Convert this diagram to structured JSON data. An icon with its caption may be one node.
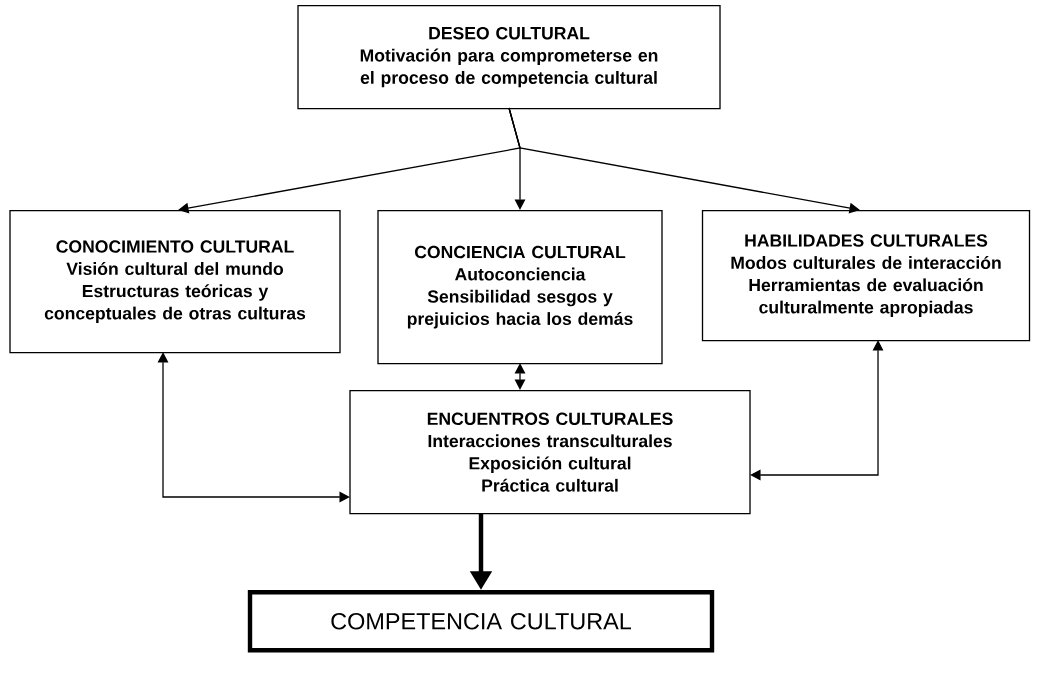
{
  "diagram": {
    "nodes": [
      {
        "text": [
          "DESEO CULTURAL",
          "Motivación para comprometerse en el proceso de competencia cultural"
        ]
      },
      {
        "text": [
          "CONOCIMIENTO CULTURAL",
          "Visión cultural del mundo",
          "Estructuras teóricas y conceptuales de otras culturas"
        ]
      },
      {
        "text": [
          "CONCIENCIA CULTURAL",
          "Autoconciencia",
          "Sensibilidad sesgos y prejuicios hacia los demás"
        ]
      },
      {
        "text": [
          "HABILIDADES CULTURALES",
          "Modos culturales de interacción",
          "Herramientas de evaluación culturalmente apropiadas"
        ]
      },
      {
        "text": [
          "ENCUENTROS CULTURALES",
          "Interacciones transculturales",
          "Exposición cultural",
          "Práctica cultural"
        ]
      },
      {
        "text": [
          "COMPETENCIA CULTURAL"
        ]
      }
    ],
    "edges": [
      {
        "from": 0,
        "to": 1,
        "arrow": "to"
      },
      {
        "from": 0,
        "to": 2,
        "arrow": "to"
      },
      {
        "from": 0,
        "to": 3,
        "arrow": "to"
      },
      {
        "from": 2,
        "to": 4,
        "arrow": "both"
      },
      {
        "from": 1,
        "to": 4,
        "arrow": "both"
      },
      {
        "from": 3,
        "to": 4,
        "arrow": "both"
      },
      {
        "from": 4,
        "to": 5,
        "arrow": "to",
        "style": "thick"
      }
    ]
  }
}
